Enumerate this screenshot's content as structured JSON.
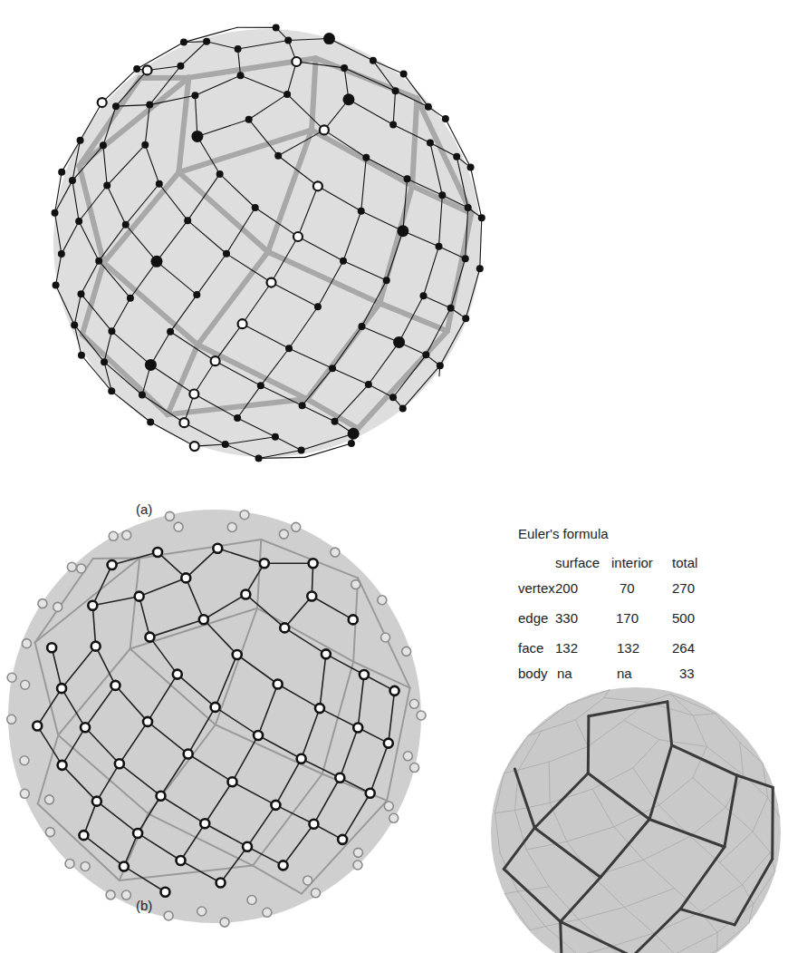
{
  "diagram": {
    "labels": [
      "(a)",
      "(b)",
      "Euler's formula",
      "surface",
      "interior",
      "total",
      "vertex",
      "200",
      "70",
      "270",
      "edge",
      "330",
      "170",
      "500",
      "face",
      "132",
      "132",
      "264",
      "body",
      "na",
      "na",
      "33"
    ]
  }
}
